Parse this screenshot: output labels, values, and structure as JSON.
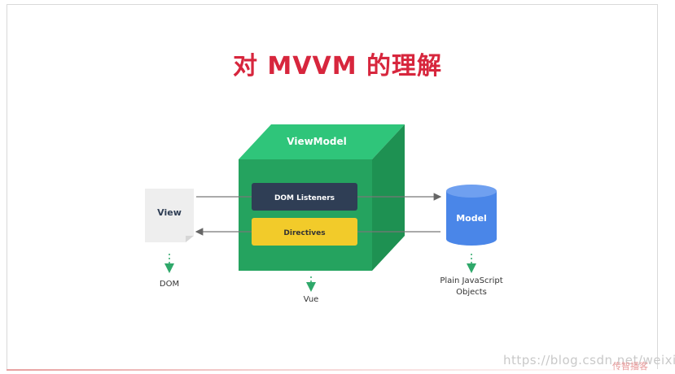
{
  "title": "对 MVVM 的理解",
  "diagram": {
    "viewmodel_label": "ViewModel",
    "dom_listeners_label": "DOM Listeners",
    "directives_label": "Directives",
    "view_label": "View",
    "model_label": "Model",
    "dom_caption": "DOM",
    "vue_caption": "Vue",
    "plain_objects_caption_line1": "Plain JavaScript",
    "plain_objects_caption_line2": "Objects"
  },
  "watermark": "https://blog.csdn.net/weixin_",
  "brand": "传智播客",
  "colors": {
    "title": "#d7263d",
    "cube_front": "#25a35f",
    "cube_top": "#2fc57a",
    "cube_side": "#1e9152",
    "listeners_box": "#2f3e55",
    "directives_box": "#f2cb2a",
    "model_cylinder": "#4a86e8",
    "view_doc": "#eeeeee"
  }
}
